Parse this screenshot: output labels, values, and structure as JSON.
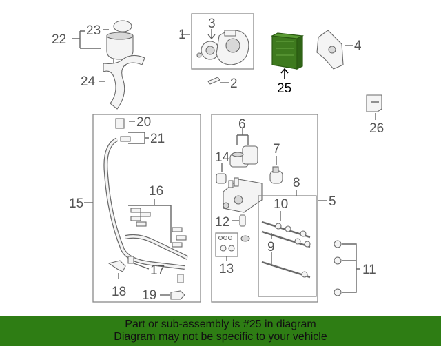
{
  "diagram": {
    "callouts": {
      "c1": "1",
      "c2": "2",
      "c3": "3",
      "c4": "4",
      "c5": "5",
      "c6": "6",
      "c7": "7",
      "c8": "8",
      "c9": "9",
      "c10": "10",
      "c11": "11",
      "c12": "12",
      "c13": "13",
      "c14": "14",
      "c15": "15",
      "c16": "16",
      "c17": "17",
      "c18": "18",
      "c19": "19",
      "c20": "20",
      "c21": "21",
      "c22": "22",
      "c23": "23",
      "c24": "24",
      "c25": "25",
      "c26": "26"
    },
    "highlighted_part": "25",
    "colors": {
      "highlight": "#3e7a1e",
      "banner": "#2e7d14",
      "line": "#666666"
    }
  },
  "banner": {
    "line1": "Part or sub-assembly is #25 in diagram",
    "line2": "Diagram may not be specific to your vehicle"
  }
}
